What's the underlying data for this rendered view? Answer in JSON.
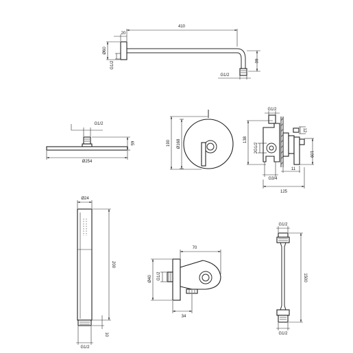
{
  "dimensions": {
    "arm": {
      "length": "410",
      "offset": "20",
      "flange_diameter": "Ø60",
      "inlet_thread": "G1/2",
      "drop": "60",
      "outlet_thread": "G1/2"
    },
    "shower_head": {
      "thread": "G1/2",
      "height": "65",
      "diameter": "Ø254"
    },
    "mixer_front": {
      "height": "190",
      "diameter": "Ø168"
    },
    "mixer_side": {
      "top_thread": "G1/2",
      "width_12": "12",
      "height_138": "138",
      "port_thread": "2G1/2",
      "height_109": "109",
      "width_11": "11",
      "bottom_thread": "G3/4",
      "depth": "125"
    },
    "hand_shower": {
      "diameter": "Ø24",
      "length": "200",
      "bottom_height": "10",
      "thread": "G1/2"
    },
    "wall_outlet": {
      "width": "70",
      "flange_diameter": "Ø40",
      "thread": "G1/2",
      "offset": "34"
    },
    "hose": {
      "top_thread": "G1/2",
      "length": "1500",
      "bottom_thread": "G1/2"
    }
  }
}
